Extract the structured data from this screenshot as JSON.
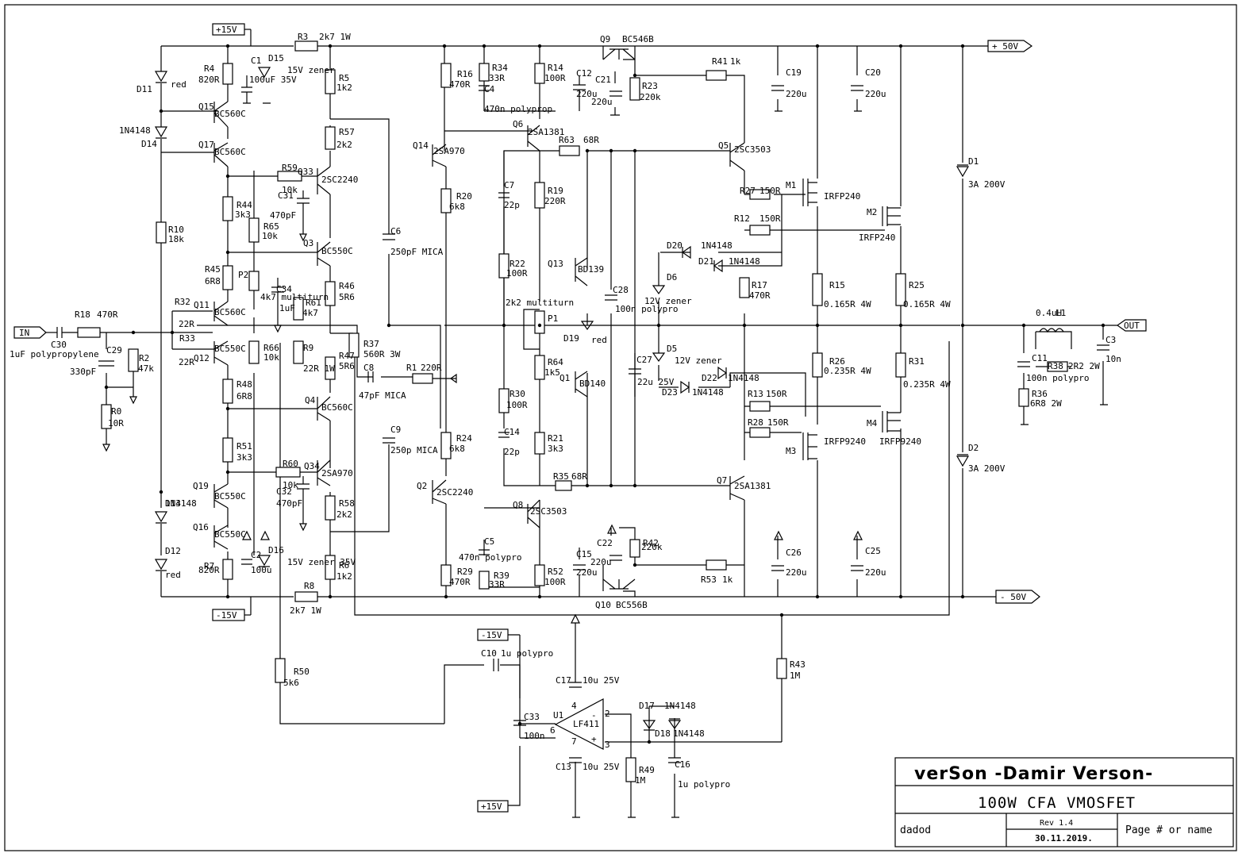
{
  "rails": {
    "pos15_top": "+15V",
    "neg15_bottom": "-15V",
    "pos50": "+ 50V",
    "neg50": "- 50V",
    "pos15_opamp": "+15V",
    "neg15_opamp": "-15V"
  },
  "ports": {
    "in": "IN",
    "out": "OUT"
  },
  "components": [
    {
      "ref": "R3",
      "value": "2k7 1W"
    },
    {
      "ref": "R4",
      "value": "820R"
    },
    {
      "ref": "C1",
      "value": "100uF 35V"
    },
    {
      "ref": "D15",
      "value": "15V zener"
    },
    {
      "ref": "R5",
      "value": "1k2"
    },
    {
      "ref": "D11",
      "value": "red"
    },
    {
      "ref": "Q15",
      "value": "BC560C"
    },
    {
      "ref": "D14",
      "value": "1N4148"
    },
    {
      "ref": "Q17",
      "value": "BC560C"
    },
    {
      "ref": "R57",
      "value": "2k2"
    },
    {
      "ref": "R59",
      "value": "10k"
    },
    {
      "ref": "Q33",
      "value": "2SC2240"
    },
    {
      "ref": "C31",
      "value": "470pF"
    },
    {
      "ref": "R44",
      "value": "3k3"
    },
    {
      "ref": "R65",
      "value": "10k"
    },
    {
      "ref": "R10",
      "value": "18k"
    },
    {
      "ref": "Q3",
      "value": "BC550C"
    },
    {
      "ref": "R45",
      "value": "6R8"
    },
    {
      "ref": "P2",
      "value": "4k7 multiturn"
    },
    {
      "ref": "C34",
      "value": "1uF"
    },
    {
      "ref": "R46",
      "value": "5R6"
    },
    {
      "ref": "R61",
      "value": "4k7"
    },
    {
      "ref": "R18",
      "value": "470R"
    },
    {
      "ref": "R32",
      "value": "22R"
    },
    {
      "ref": "Q11",
      "value": "BC560C"
    },
    {
      "ref": "R33",
      "value": "22R"
    },
    {
      "ref": "Q12",
      "value": "BC550C"
    },
    {
      "ref": "C30",
      "value": "1uF polypropylene"
    },
    {
      "ref": "C29",
      "value": "330pF"
    },
    {
      "ref": "R2",
      "value": "47k"
    },
    {
      "ref": "R66",
      "value": "10k"
    },
    {
      "ref": "R9",
      "value": "22R 1W"
    },
    {
      "ref": "R37",
      "value": "560R 3W"
    },
    {
      "ref": "R47",
      "value": "5R6"
    },
    {
      "ref": "C8",
      "value": "47pF MICA"
    },
    {
      "ref": "R1",
      "value": "220R"
    },
    {
      "ref": "R48",
      "value": "6R8"
    },
    {
      "ref": "Q4",
      "value": "BC560C"
    },
    {
      "ref": "R0",
      "value": "10R"
    },
    {
      "ref": "R51",
      "value": "3k3"
    },
    {
      "ref": "R60",
      "value": "10k"
    },
    {
      "ref": "Q34",
      "value": "2SA970"
    },
    {
      "ref": "C32",
      "value": "470pF"
    },
    {
      "ref": "Q19",
      "value": "BC550C"
    },
    {
      "ref": "R58",
      "value": "2k2"
    },
    {
      "ref": "D13",
      "value": "1N4148"
    },
    {
      "ref": "Q16",
      "value": "BC550C"
    },
    {
      "ref": "D12",
      "value": "red"
    },
    {
      "ref": "R7",
      "value": "820R"
    },
    {
      "ref": "C2",
      "value": "100u"
    },
    {
      "ref": "D16",
      "value": "15V zener 35V"
    },
    {
      "ref": "R6",
      "value": "1k2"
    },
    {
      "ref": "R8",
      "value": "2k7 1W"
    },
    {
      "ref": "C6",
      "value": "250pF MICA"
    },
    {
      "ref": "C9",
      "value": "250p MICA"
    },
    {
      "ref": "R16",
      "value": "470R"
    },
    {
      "ref": "R34",
      "value": "33R"
    },
    {
      "ref": "C4",
      "value": "470n polyprop"
    },
    {
      "ref": "R14",
      "value": "100R"
    },
    {
      "ref": "C12",
      "value": "220u"
    },
    {
      "ref": "C21",
      "value": "220u"
    },
    {
      "ref": "R23",
      "value": "220k"
    },
    {
      "ref": "Q9",
      "value": "BC546B"
    },
    {
      "ref": "R41",
      "value": "1k"
    },
    {
      "ref": "C19",
      "value": "220u"
    },
    {
      "ref": "C20",
      "value": "220u"
    },
    {
      "ref": "Q14",
      "value": "2SA970"
    },
    {
      "ref": "Q6",
      "value": "2SA1381"
    },
    {
      "ref": "R63",
      "value": "68R"
    },
    {
      "ref": "Q5",
      "value": "2SC3503"
    },
    {
      "ref": "R20",
      "value": "6k8"
    },
    {
      "ref": "C7",
      "value": "22p"
    },
    {
      "ref": "R19",
      "value": "220R"
    },
    {
      "ref": "R27",
      "value": "150R"
    },
    {
      "ref": "M1",
      "value": "IRFP240"
    },
    {
      "ref": "D1",
      "value": "3A 200V"
    },
    {
      "ref": "R12",
      "value": "150R"
    },
    {
      "ref": "M2",
      "value": "IRFP240"
    },
    {
      "ref": "R22",
      "value": "100R"
    },
    {
      "ref": "Q13",
      "value": "BD139"
    },
    {
      "ref": "D20",
      "value": "1N4148"
    },
    {
      "ref": "D21",
      "value": "1N4148"
    },
    {
      "ref": "D6",
      "value": "12V zener"
    },
    {
      "ref": "C28",
      "value": "100n polypro"
    },
    {
      "ref": "R17",
      "value": "470R"
    },
    {
      "ref": "R15",
      "value": "0.165R 4W"
    },
    {
      "ref": "R25",
      "value": "0.165R 4W"
    },
    {
      "ref": "P1",
      "value": "2k2 multiturn"
    },
    {
      "ref": "D19",
      "value": "red"
    },
    {
      "ref": "L1",
      "value": "0.4uH"
    },
    {
      "ref": "C11",
      "value": "100n polypro"
    },
    {
      "ref": "R38",
      "value": "2R2 2W"
    },
    {
      "ref": "C3",
      "value": "10n"
    },
    {
      "ref": "R36",
      "value": "6R8 2W"
    },
    {
      "ref": "D5",
      "value": "12V zener"
    },
    {
      "ref": "C27",
      "value": "22u 25V"
    },
    {
      "ref": "R64",
      "value": "1k5"
    },
    {
      "ref": "Q1",
      "value": "BD140"
    },
    {
      "ref": "D22",
      "value": "1N4148"
    },
    {
      "ref": "D23",
      "value": "1N4148"
    },
    {
      "ref": "R26",
      "value": "0.235R 4W"
    },
    {
      "ref": "R31",
      "value": "0.235R 4W"
    },
    {
      "ref": "R13",
      "value": "150R"
    },
    {
      "ref": "R28",
      "value": "150R"
    },
    {
      "ref": "M3",
      "value": "IRFP9240"
    },
    {
      "ref": "M4",
      "value": "IRFP9240"
    },
    {
      "ref": "R30",
      "value": "100R"
    },
    {
      "ref": "C14",
      "value": "22p"
    },
    {
      "ref": "R21",
      "value": "3k3"
    },
    {
      "ref": "R24",
      "value": "6k8"
    },
    {
      "ref": "R35",
      "value": "68R"
    },
    {
      "ref": "Q7",
      "value": "2SA1381"
    },
    {
      "ref": "D2",
      "value": "3A 200V"
    },
    {
      "ref": "Q2",
      "value": "2SC2240"
    },
    {
      "ref": "Q8",
      "value": "2SC3503"
    },
    {
      "ref": "C5",
      "value": "470n polypro"
    },
    {
      "ref": "C15",
      "value": "220u"
    },
    {
      "ref": "C22",
      "value": "220u"
    },
    {
      "ref": "R42",
      "value": "220k"
    },
    {
      "ref": "C26",
      "value": "220u"
    },
    {
      "ref": "C25",
      "value": "220u"
    },
    {
      "ref": "R29",
      "value": "470R"
    },
    {
      "ref": "R39",
      "value": "33R"
    },
    {
      "ref": "R52",
      "value": "100R"
    },
    {
      "ref": "R53",
      "value": "1k"
    },
    {
      "ref": "Q10",
      "value": "BC556B"
    },
    {
      "ref": "R50",
      "value": "5k6"
    },
    {
      "ref": "C10",
      "value": "1u polypro"
    },
    {
      "ref": "C17",
      "value": "10u 25V"
    },
    {
      "ref": "R43",
      "value": "1M"
    },
    {
      "ref": "C33",
      "value": "100n"
    },
    {
      "ref": "U1",
      "value": "LF411"
    },
    {
      "ref": "D17",
      "value": "1N4148"
    },
    {
      "ref": "D18",
      "value": "1N4148"
    },
    {
      "ref": "C13",
      "value": "10u 25V"
    },
    {
      "ref": "R49",
      "value": "1M"
    },
    {
      "ref": "C16",
      "value": "1u polypro"
    }
  ],
  "opamp_pins": {
    "p2": "2",
    "p3": "3",
    "p4": "4",
    "p6": "6",
    "p7": "7",
    "minus": "-",
    "plus": "+"
  },
  "title_block": {
    "author": "verSon  -Damir Verson-",
    "title": "100W CFA VMOSFET",
    "drawn_by": "dadod",
    "revision": "Rev 1.4",
    "date": "30.11.2019.",
    "page": "Page # or name"
  }
}
